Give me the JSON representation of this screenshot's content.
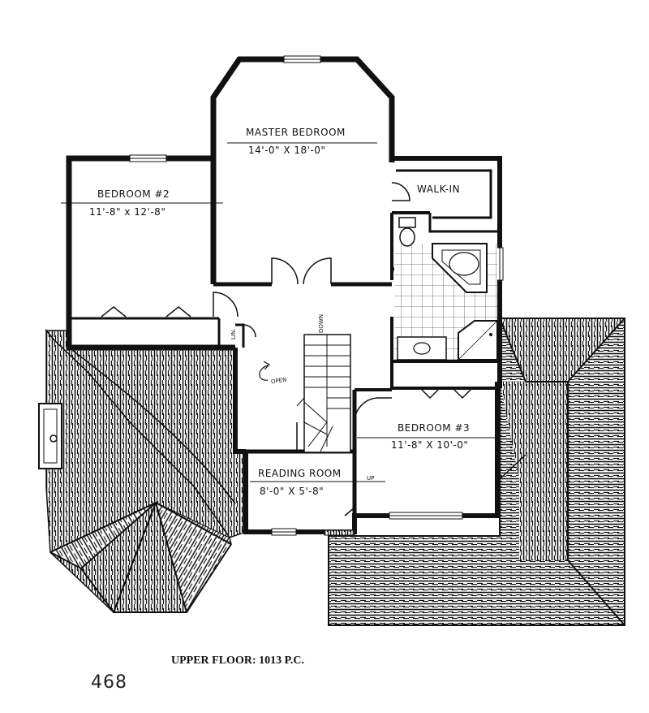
{
  "rooms": {
    "master_bedroom": {
      "name": "MASTER BEDROOM",
      "size": "14'-0\" X 18'-0\""
    },
    "bedroom2": {
      "name": "BEDROOM #2",
      "size": "11'-8\" x 12'-8\""
    },
    "bedroom3": {
      "name": "BEDROOM #3",
      "size": "11'-8\" X 10'-0\""
    },
    "reading_room": {
      "name": "READING ROOM",
      "size": "8'-0\" X 5'-8\""
    },
    "walk_in": {
      "name": "WALK-IN"
    }
  },
  "labels": {
    "open": "OPEN",
    "down": "DOWN",
    "up": "UP",
    "linen": "LIN."
  },
  "caption": "UPPER FLOOR: 1013 P.C.",
  "plan_number": "468"
}
